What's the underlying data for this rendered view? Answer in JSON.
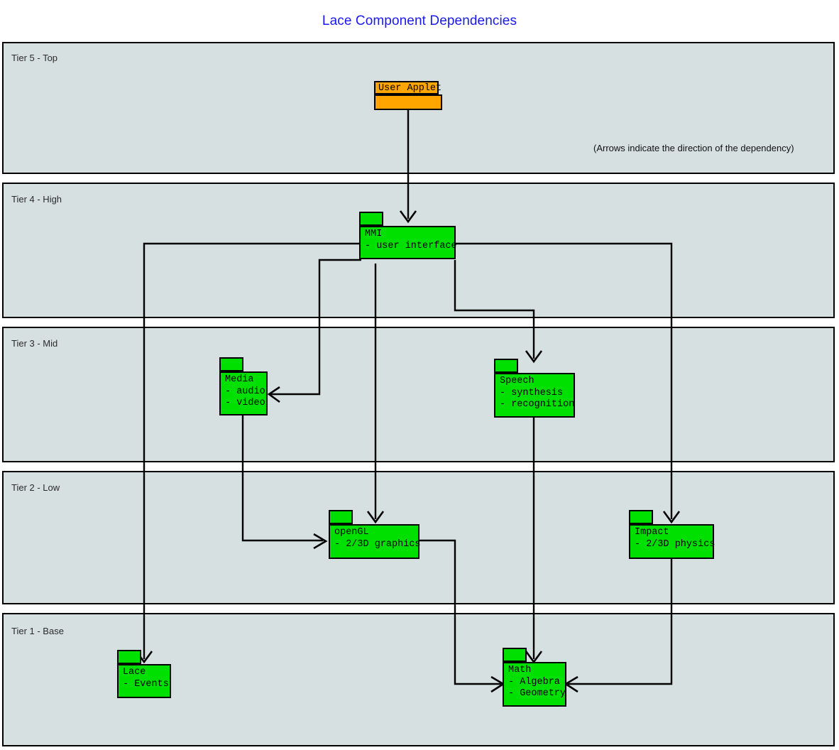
{
  "diagram": {
    "title": "Lace Component Dependencies",
    "note": "(Arrows indicate the direction of the dependency)",
    "colors": {
      "title": "#1a1aee",
      "tier_fill": "#d7e0e0",
      "node_green": "#00e000",
      "node_orange": "#ffa500",
      "stroke": "#000000",
      "background": "#ffffff"
    }
  },
  "tiers": [
    {
      "id": "tier5",
      "label": "Tier 5 - Top"
    },
    {
      "id": "tier4",
      "label": "Tier 4 - High"
    },
    {
      "id": "tier3",
      "label": "Tier 3 - Mid"
    },
    {
      "id": "tier2",
      "label": "Tier 2 - Low"
    },
    {
      "id": "tier1",
      "label": "Tier 1 - Base"
    }
  ],
  "nodes": [
    {
      "id": "user_applet",
      "name": "User Applet",
      "items": [],
      "tier": "tier5",
      "color": "#ffa500"
    },
    {
      "id": "mmi",
      "name": "MMI",
      "items": [
        "- user interface"
      ],
      "tier": "tier4",
      "color": "#00e000"
    },
    {
      "id": "media",
      "name": "Media",
      "items": [
        "- audio",
        "- video"
      ],
      "tier": "tier3",
      "color": "#00e000"
    },
    {
      "id": "speech",
      "name": "Speech",
      "items": [
        "- synthesis",
        "- recognition"
      ],
      "tier": "tier3",
      "color": "#00e000"
    },
    {
      "id": "opengl",
      "name": "openGL",
      "items": [
        "- 2/3D graphics"
      ],
      "tier": "tier2",
      "color": "#00e000"
    },
    {
      "id": "impact",
      "name": "Impact",
      "items": [
        "- 2/3D physics"
      ],
      "tier": "tier2",
      "color": "#00e000"
    },
    {
      "id": "lace",
      "name": "Lace",
      "items": [
        "- Events"
      ],
      "tier": "tier1",
      "color": "#00e000"
    },
    {
      "id": "math",
      "name": "Math",
      "items": [
        "- Algebra",
        "- Geometry"
      ],
      "tier": "tier1",
      "color": "#00e000"
    }
  ],
  "edges": [
    {
      "from": "user_applet",
      "to": "mmi"
    },
    {
      "from": "mmi",
      "to": "lace"
    },
    {
      "from": "mmi",
      "to": "media"
    },
    {
      "from": "mmi",
      "to": "opengl"
    },
    {
      "from": "mmi",
      "to": "speech"
    },
    {
      "from": "mmi",
      "to": "impact"
    },
    {
      "from": "media",
      "to": "opengl"
    },
    {
      "from": "speech",
      "to": "math"
    },
    {
      "from": "opengl",
      "to": "math"
    },
    {
      "from": "impact",
      "to": "math"
    }
  ]
}
